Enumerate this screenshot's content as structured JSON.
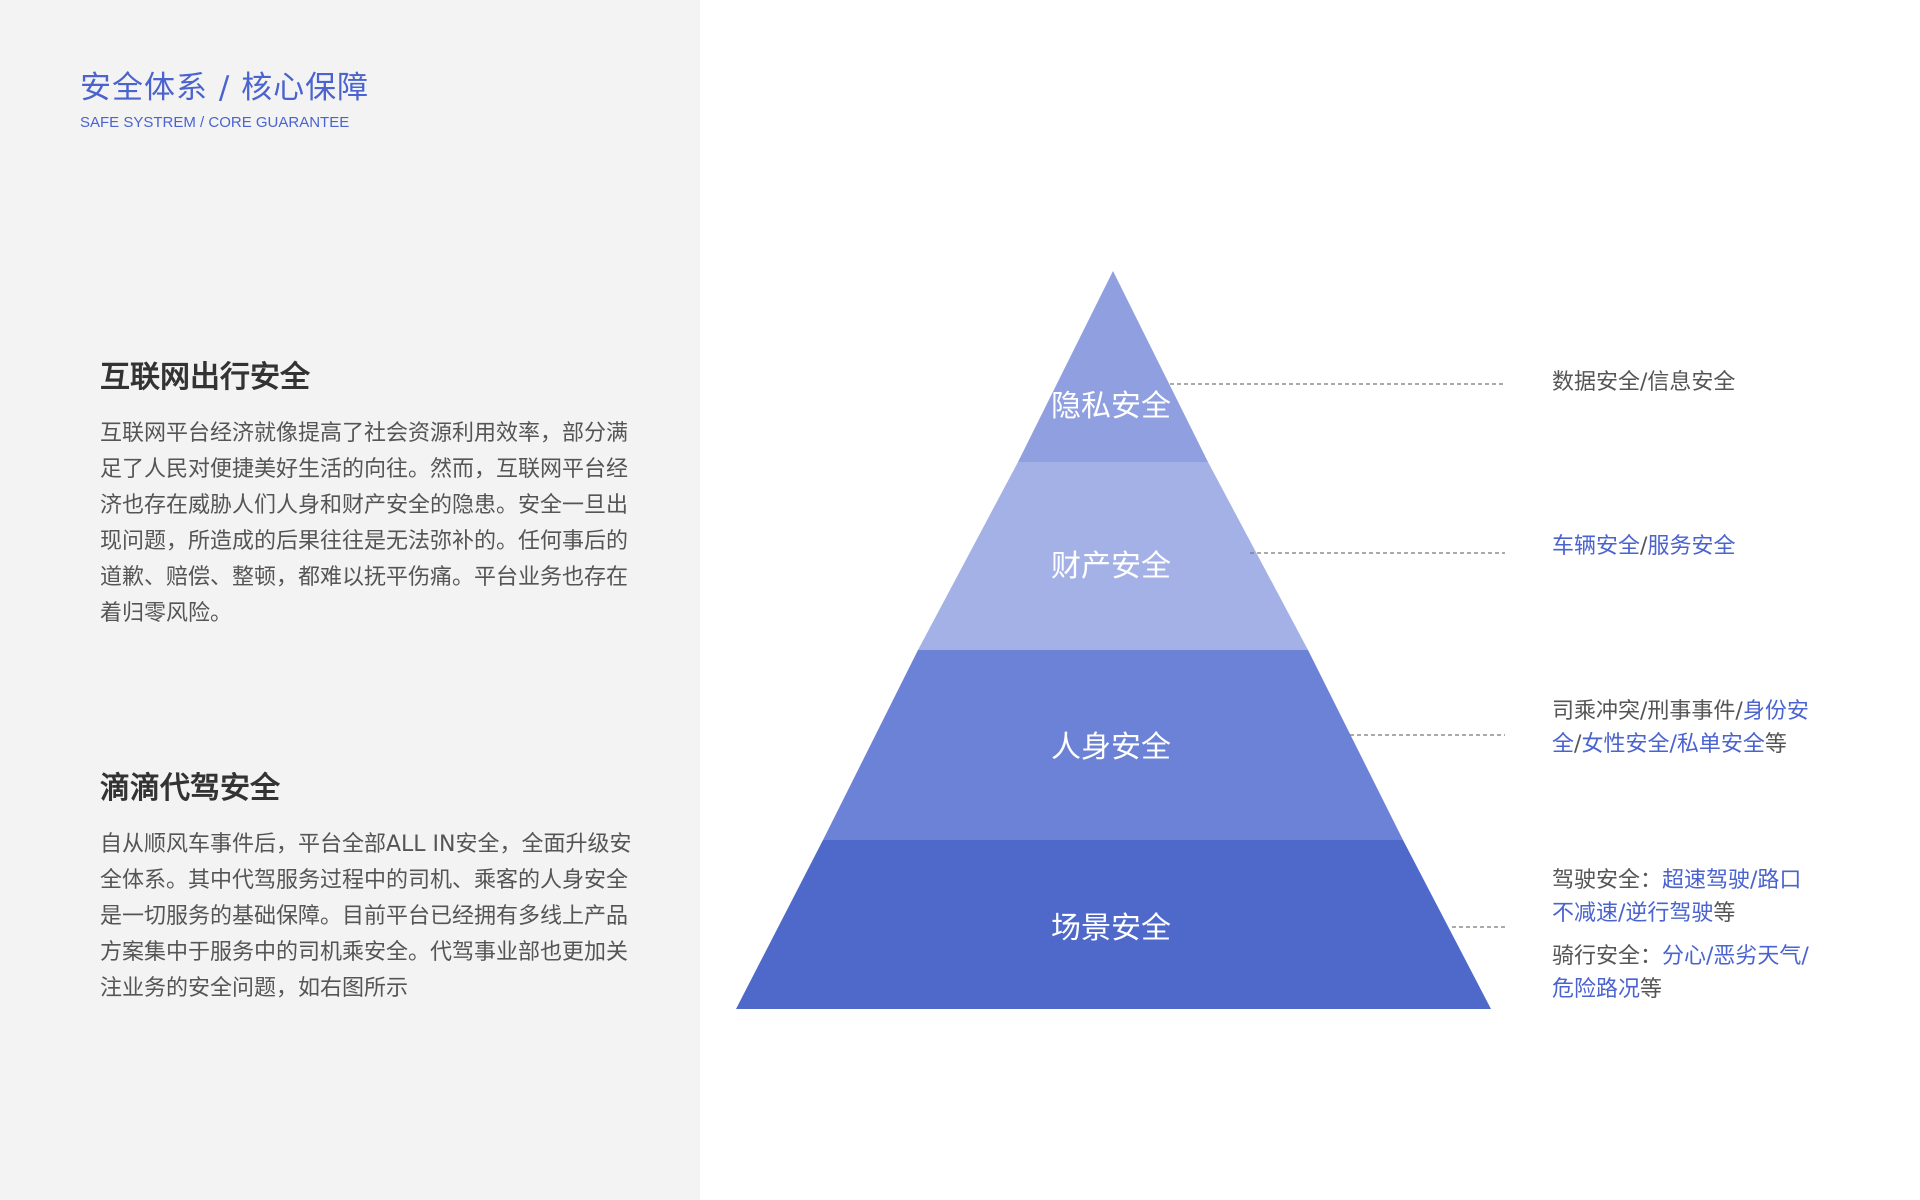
{
  "colors": {
    "accent": "#4a63cf",
    "left_bg": "#f3f3f3",
    "layer_privacy": "#8f9fe0",
    "layer_property": "#a4b1e6",
    "layer_personal": "#6b82d6",
    "layer_scene": "#4f69cb"
  },
  "header": {
    "title": "安全体系 / 核心保障",
    "subtitle": "SAFE SYSTREM / CORE GUARANTEE"
  },
  "sections": [
    {
      "heading": "互联网出行安全",
      "body": "互联网平台经济就像提高了社会资源利用效率，部分满足了人民对便捷美好生活的向往。然而，互联网平台经济也存在威胁人们人身和财产安全的隐患。安全一旦出现问题，所造成的后果往往是无法弥补的。任何事后的道歉、赔偿、整顿，都难以抚平伤痛。平台业务也存在着归零风险。"
    },
    {
      "heading": "滴滴代驾安全",
      "body": "自从顺风车事件后，平台全部ALL IN安全，全面升级安全体系。其中代驾服务过程中的司机、乘客的人身安全是一切服务的基础保障。目前平台已经拥有多线上产品方案集中于服务中的司机乘安全。代驾事业部也更加关注业务的安全问题，如右图所示"
    }
  ],
  "pyramid": {
    "layers": [
      {
        "label": "隐私安全"
      },
      {
        "label": "财产安全"
      },
      {
        "label": "人身安全"
      },
      {
        "label": "场景安全"
      }
    ]
  },
  "notes": {
    "privacy": {
      "text": "数据安全/信息安全"
    },
    "property": {
      "part1": "车辆安全",
      "sep": "/",
      "part2": "服务安全"
    },
    "personal": {
      "line1_plain": "司乘冲突/刑事事件/",
      "line1_hl": "身份安",
      "line2_hl1": "全",
      "line2_sep": "/",
      "line2_hl2": "女性安全/私单安全",
      "line2_tail": "等"
    },
    "scene": {
      "drive_label": "驾驶安全：",
      "drive_hl1": "超速驾驶/路口",
      "drive_hl2": "不减速/逆行驾驶",
      "drive_tail": "等",
      "ride_label": "骑行安全：",
      "ride_hl1": "分心/恶劣天气/",
      "ride_hl2": "危险路况",
      "ride_tail": "等"
    }
  }
}
